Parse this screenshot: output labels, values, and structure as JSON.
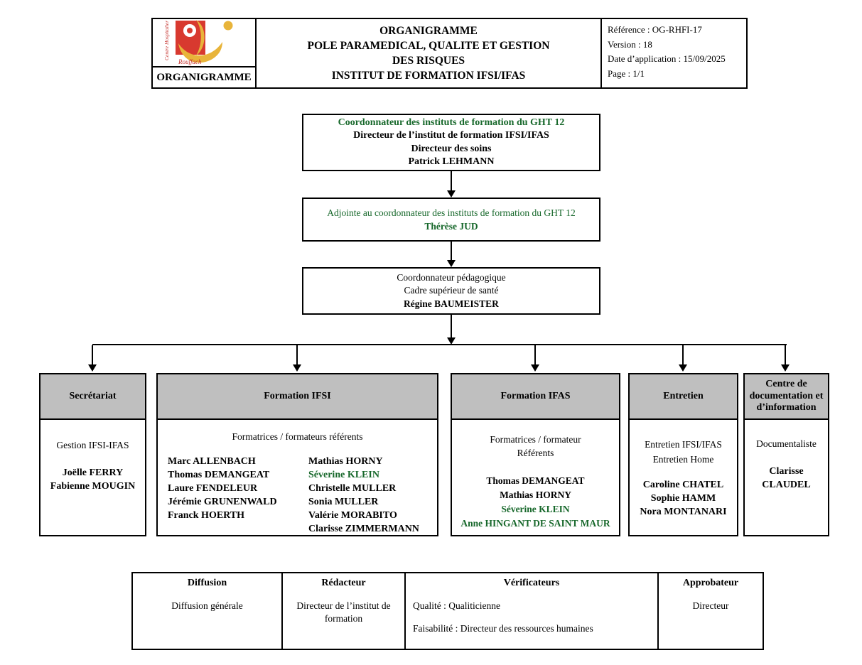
{
  "colors": {
    "accent_green": "#17682b",
    "header_gray": "#bfbfbf",
    "logo_red": "#d8392f",
    "logo_yellow": "#e8b43a",
    "border": "#000000"
  },
  "header": {
    "logo": {
      "side_text": "Centre Hospitalier",
      "bottom_text": "Rouffach"
    },
    "label": "ORGANIGRAMME",
    "title_lines": [
      "ORGANIGRAMME",
      "POLE PARAMEDICAL, QUALITE ET GESTION",
      "DES RISQUES",
      "INSTITUT DE FORMATION IFSI/IFAS"
    ],
    "meta": [
      "Référence : OG-RHFI-17",
      "Version : 18",
      "Date d’application : 15/09/2025",
      "Page : 1/1"
    ]
  },
  "org": {
    "node1": {
      "lines": [
        {
          "text": "Coordonnateur des instituts de formation du GHT 12",
          "bold": true,
          "green": true
        },
        {
          "text": "Directeur de l’institut de formation IFSI/IFAS",
          "bold": true
        },
        {
          "text": "Directeur des soins",
          "bold": true
        },
        {
          "text": "Patrick LEHMANN",
          "bold": true
        }
      ]
    },
    "node2": {
      "lines": [
        {
          "text": "Adjointe au coordonnateur des instituts de formation du GHT 12",
          "green": true
        },
        {
          "text": "Thérèse JUD",
          "bold": true,
          "green": true
        }
      ]
    },
    "node3": {
      "lines": [
        {
          "text": "Coordonnateur pédagogique"
        },
        {
          "text": "Cadre supérieur de santé"
        },
        {
          "text": "Régine BAUMEISTER",
          "bold": true
        }
      ]
    }
  },
  "departments": {
    "secretariat": {
      "title": "Secrétariat",
      "subtitle_lines": [
        "Gestion IFSI-IFAS"
      ],
      "names": [
        {
          "text": "Joëlle FERRY",
          "bold": true
        },
        {
          "text": "Fabienne MOUGIN",
          "bold": true
        }
      ]
    },
    "formation_ifsi": {
      "title": "Formation IFSI",
      "subtitle_lines": [
        "Formatrices / formateurs référents"
      ],
      "names_left": [
        {
          "text": "Marc ALLENBACH",
          "bold": true
        },
        {
          "text": "Thomas DEMANGEAT",
          "bold": true
        },
        {
          "text": "Laure FENDELEUR",
          "bold": true
        },
        {
          "text": "Jérémie GRUNENWALD",
          "bold": true
        },
        {
          "text": "Franck HOERTH",
          "bold": true
        }
      ],
      "names_right": [
        {
          "text": "Mathias HORNY",
          "bold": true
        },
        {
          "text": "Séverine KLEIN",
          "bold": true,
          "green": true
        },
        {
          "text": "Christelle MULLER",
          "bold": true
        },
        {
          "text": "Sonia MULLER",
          "bold": true
        },
        {
          "text": "Valérie MORABITO",
          "bold": true
        },
        {
          "text": "Clarisse ZIMMERMANN",
          "bold": true
        }
      ]
    },
    "formation_ifas": {
      "title": "Formation IFAS",
      "subtitle_lines": [
        "Formatrices / formateur",
        "Référents"
      ],
      "names": [
        {
          "text": "Thomas DEMANGEAT",
          "bold": true
        },
        {
          "text": "Mathias HORNY",
          "bold": true
        },
        {
          "text": "Séverine KLEIN",
          "bold": true,
          "green": true
        },
        {
          "text": "Anne HINGANT DE SAINT MAUR",
          "bold": true,
          "green": true
        }
      ]
    },
    "entretien": {
      "title": "Entretien",
      "subtitle_lines": [
        "Entretien IFSI/IFAS",
        "Entretien Home"
      ],
      "names": [
        {
          "text": "Caroline CHATEL",
          "bold": true
        },
        {
          "text": "Sophie HAMM",
          "bold": true
        },
        {
          "text": "Nora MONTANARI",
          "bold": true
        }
      ]
    },
    "centre_documentation": {
      "title": "Centre de documentation et d’information",
      "subtitle_lines": [
        "Documentaliste"
      ],
      "names": [
        {
          "text": "Clarisse CLAUDEL",
          "bold": true
        }
      ]
    }
  },
  "approval": {
    "diffusion": {
      "title": "Diffusion",
      "lines": [
        "Diffusion générale"
      ]
    },
    "redacteur": {
      "title": "Rédacteur",
      "lines": [
        "Directeur de l’institut de formation"
      ]
    },
    "verificateurs": {
      "title": "Vérificateurs",
      "lines": [
        "Qualité : Qualiticienne",
        "Faisabilité : Directeur des ressources humaines"
      ]
    },
    "approbateur": {
      "title": "Approbateur",
      "lines": [
        "Directeur"
      ]
    }
  }
}
